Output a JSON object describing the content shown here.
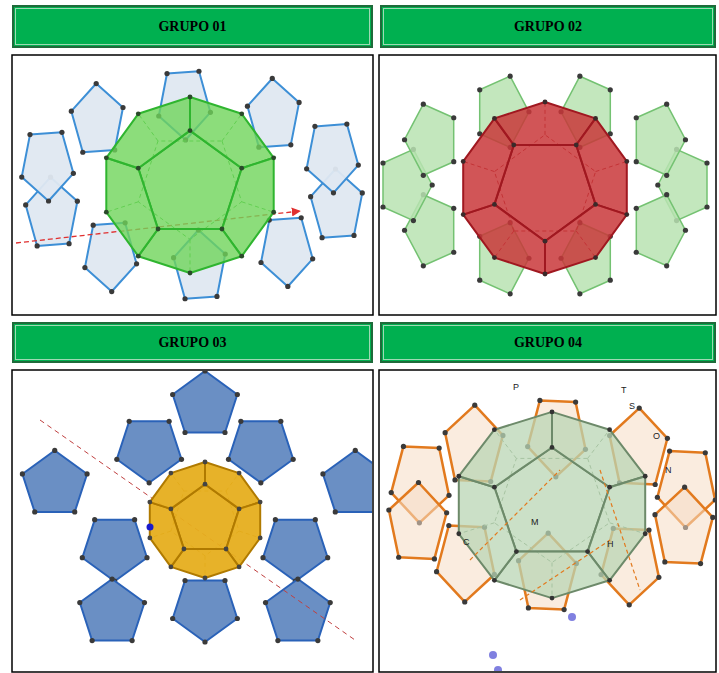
{
  "diagram": {
    "nodes": [
      {
        "text": [
          "GRUPO 01"
        ]
      },
      {
        "text": [
          "GRUPO 02"
        ]
      },
      {
        "text": [
          "GRUPO 03"
        ]
      },
      {
        "text": [
          "GRUPO 04"
        ]
      }
    ],
    "labels": [
      "P",
      "T",
      "S",
      "O",
      "N",
      "M",
      "H",
      "C"
    ]
  }
}
